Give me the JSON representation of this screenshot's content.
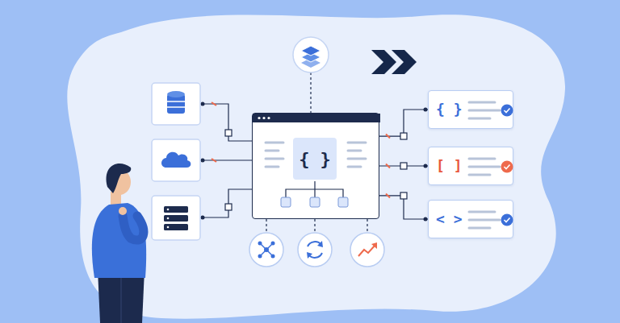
{
  "diagram": {
    "nodes": [
      {
        "text": [
          "{ }"
        ]
      },
      {
        "text": [
          "{ }"
        ]
      },
      {
        "text": [
          "[ ]"
        ]
      },
      {
        "text": [
          "< >"
        ]
      }
    ],
    "edges": [
      {
        "from": 0,
        "to": 1,
        "arrow": "none"
      },
      {
        "from": 0,
        "to": 2,
        "arrow": "none"
      },
      {
        "from": 0,
        "to": 3,
        "arrow": "none"
      }
    ]
  }
}
